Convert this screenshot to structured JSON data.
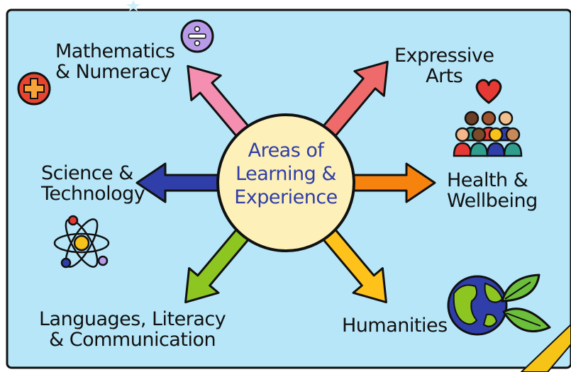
{
  "diagram": {
    "center": {
      "lines": [
        "Areas of",
        "Learning &",
        "Experience"
      ]
    },
    "areas": [
      {
        "id": "math",
        "lines": [
          "Mathematics",
          "& Numeracy"
        ],
        "arrow_color": "#f48fb1",
        "icons": [
          "division-icon",
          "plus-icon"
        ]
      },
      {
        "id": "arts",
        "lines": [
          "Expressive",
          "Arts"
        ],
        "arrow_color": "#ef6a6a",
        "icons": []
      },
      {
        "id": "science",
        "lines": [
          "Science &",
          "Technology"
        ],
        "arrow_color": "#2f3ea8",
        "icons": [
          "atom-icon"
        ]
      },
      {
        "id": "health",
        "lines": [
          "Health &",
          "Wellbeing"
        ],
        "arrow_color": "#f7830f",
        "icons": [
          "heart-icon",
          "people-group-icon"
        ]
      },
      {
        "id": "languages",
        "lines": [
          "Languages, Literacy",
          "& Communication"
        ],
        "arrow_color": "#8dc621",
        "icons": []
      },
      {
        "id": "humanities",
        "lines": [
          "Humanities"
        ],
        "arrow_color": "#ffc21a",
        "icons": [
          "globe-icon",
          "leaves-icon"
        ]
      }
    ]
  },
  "colors": {
    "background": "#b6e6f8",
    "border": "#111111",
    "center_fill": "#fdf0b8",
    "center_text": "#2f3ea8",
    "text": "#111111",
    "corner_tape": "#f6c416"
  }
}
